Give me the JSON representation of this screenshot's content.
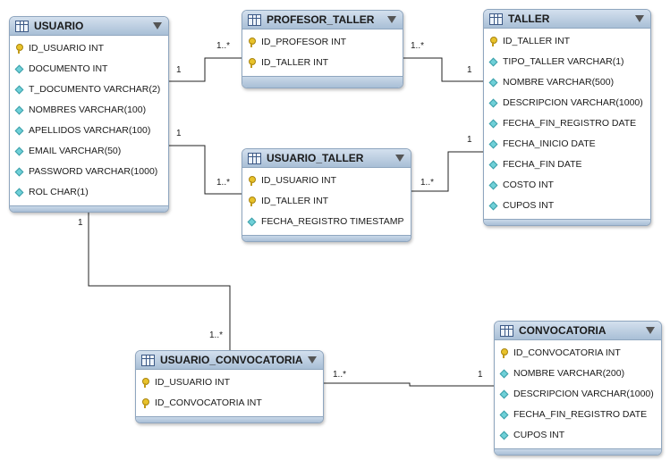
{
  "tables": {
    "usuario": {
      "name": "USUARIO",
      "columns": [
        {
          "text": "ID_USUARIO INT",
          "type": "key"
        },
        {
          "text": "DOCUMENTO INT",
          "type": "field"
        },
        {
          "text": "T_DOCUMENTO VARCHAR(2)",
          "type": "field"
        },
        {
          "text": "NOMBRES VARCHAR(100)",
          "type": "field"
        },
        {
          "text": "APELLIDOS VARCHAR(100)",
          "type": "field"
        },
        {
          "text": "EMAIL VARCHAR(50)",
          "type": "field"
        },
        {
          "text": "PASSWORD VARCHAR(1000)",
          "type": "field"
        },
        {
          "text": "ROL CHAR(1)",
          "type": "field"
        }
      ]
    },
    "profesor_taller": {
      "name": "PROFESOR_TALLER",
      "columns": [
        {
          "text": "ID_PROFESOR INT",
          "type": "key"
        },
        {
          "text": "ID_TALLER INT",
          "type": "key"
        }
      ]
    },
    "taller": {
      "name": "TALLER",
      "columns": [
        {
          "text": "ID_TALLER INT",
          "type": "key"
        },
        {
          "text": "TIPO_TALLER VARCHAR(1)",
          "type": "field"
        },
        {
          "text": "NOMBRE VARCHAR(500)",
          "type": "field"
        },
        {
          "text": "DESCRIPCION VARCHAR(1000)",
          "type": "field"
        },
        {
          "text": "FECHA_FIN_REGISTRO DATE",
          "type": "field"
        },
        {
          "text": "FECHA_INICIO DATE",
          "type": "field"
        },
        {
          "text": "FECHA_FIN DATE",
          "type": "field"
        },
        {
          "text": "COSTO INT",
          "type": "field"
        },
        {
          "text": "CUPOS INT",
          "type": "field"
        }
      ]
    },
    "usuario_taller": {
      "name": "USUARIO_TALLER",
      "columns": [
        {
          "text": "ID_USUARIO INT",
          "type": "key"
        },
        {
          "text": "ID_TALLER INT",
          "type": "key"
        },
        {
          "text": "FECHA_REGISTRO TIMESTAMP",
          "type": "field"
        }
      ]
    },
    "usuario_convocatoria": {
      "name": "USUARIO_CONVOCATORIA",
      "columns": [
        {
          "text": "ID_USUARIO INT",
          "type": "key"
        },
        {
          "text": "ID_CONVOCATORIA INT",
          "type": "key"
        }
      ]
    },
    "convocatoria": {
      "name": "CONVOCATORIA",
      "columns": [
        {
          "text": "ID_CONVOCATORIA INT",
          "type": "key"
        },
        {
          "text": "NOMBRE VARCHAR(200)",
          "type": "field"
        },
        {
          "text": "DESCRIPCION VARCHAR(1000)",
          "type": "field"
        },
        {
          "text": "FECHA_FIN_REGISTRO DATE",
          "type": "field"
        },
        {
          "text": "CUPOS INT",
          "type": "field"
        }
      ]
    }
  },
  "relationships": [
    {
      "from": "USUARIO",
      "to": "PROFESOR_TALLER",
      "from_card": "1",
      "to_card": "1..*"
    },
    {
      "from": "TALLER",
      "to": "PROFESOR_TALLER",
      "from_card": "1",
      "to_card": "1..*"
    },
    {
      "from": "USUARIO",
      "to": "USUARIO_TALLER",
      "from_card": "1",
      "to_card": "1..*"
    },
    {
      "from": "TALLER",
      "to": "USUARIO_TALLER",
      "from_card": "1",
      "to_card": "1..*"
    },
    {
      "from": "USUARIO",
      "to": "USUARIO_CONVOCATORIA",
      "from_card": "1",
      "to_card": "1..*"
    },
    {
      "from": "CONVOCATORIA",
      "to": "USUARIO_CONVOCATORIA",
      "from_card": "1",
      "to_card": "1..*"
    }
  ]
}
